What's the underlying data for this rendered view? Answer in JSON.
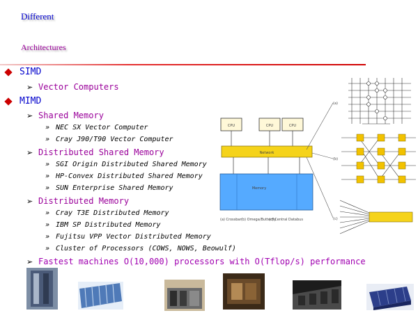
{
  "title": {
    "line1": "Different",
    "line2": "Architectures"
  },
  "outline": [
    {
      "level": 1,
      "text": "SIMD"
    },
    {
      "level": 2,
      "text": "Vector Computers"
    },
    {
      "level": 1,
      "text": "MIMD"
    },
    {
      "level": 2,
      "text": "Shared Memory"
    },
    {
      "level": 3,
      "text": "NEC SX Vector Computer"
    },
    {
      "level": 3,
      "text": "Cray J90/T90 Vector Computer"
    },
    {
      "level": 2,
      "text": "Distributed Shared Memory"
    },
    {
      "level": 3,
      "text": "SGI Origin Distributed Shared Memory"
    },
    {
      "level": 3,
      "text": "HP-Convex Distributed Shared Memory"
    },
    {
      "level": 3,
      "text": "SUN Enterprise Shared Memory"
    },
    {
      "level": 2,
      "text": "Distributed Memory"
    },
    {
      "level": 3,
      "text": "Cray T3E Distributed Memory"
    },
    {
      "level": 3,
      "text": "IBM  SP Distributed Memory"
    },
    {
      "level": 3,
      "text": "Fujitsu VPP Vector Distributed Memory"
    },
    {
      "level": 3,
      "text": "Cluster of Processors (COWS, NOWS, Beowulf)"
    },
    {
      "level": 2,
      "text": "Fastest machines O(10,000) processors with O(Tflop/s) performance"
    }
  ],
  "diagram": {
    "cpu_labels": [
      "CPU",
      "CPU",
      "CPU"
    ],
    "network_label": "Network",
    "memory_label": "Memory",
    "switch_labels": [
      "(a)",
      "(b)",
      "(c)"
    ],
    "caption_labels": [
      "(a) Crossbar",
      "(b) Omega/Butterfly",
      "(c) Central Databus"
    ],
    "colors": {
      "network": "#f5d31a",
      "memory": "#55aaff",
      "cpu": "#fff8d8",
      "switch_node": "#f2c200"
    }
  },
  "photos": [
    {
      "name": "cray-t3e-photo"
    },
    {
      "name": "ibm-sp-photo"
    },
    {
      "name": "sgi-origin-photo"
    },
    {
      "name": "fujitsu-vpp-photo"
    },
    {
      "name": "cluster-room-photo"
    },
    {
      "name": "sun-enterprise-photo"
    }
  ],
  "colors": {
    "level1": "#0000cc",
    "level2": "#9a009a",
    "level3": "#000000",
    "bullet_diamond": "#cc0000",
    "rule": "#d00000"
  }
}
